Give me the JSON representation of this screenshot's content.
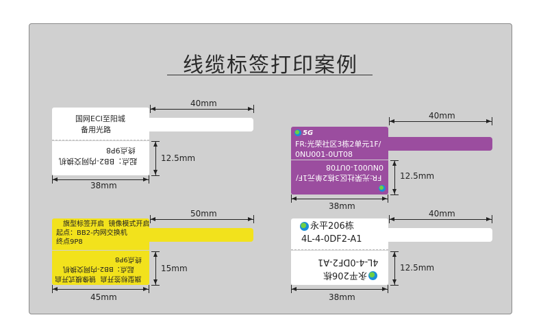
{
  "title": "线缆标签打印案例",
  "colors": {
    "purple": "#9b4d9f",
    "yellow": "#f2e21c",
    "white": "#ffffff",
    "panel": "#d0d0d0"
  },
  "label1": {
    "lines": [
      "国网ECI至阳城",
      "备用光路"
    ],
    "flip_lines": [
      "终点9P8",
      "起点：BB2-内网交换机"
    ],
    "dim_tail": "40mm",
    "dim_height": "12.5mm",
    "dim_width": "38mm"
  },
  "label2": {
    "brand": "5G",
    "lines": [
      "FR:光荣社区3栋2单元1F/",
      "0NU001-0UT08"
    ],
    "flip_lines": [
      "0NU001-0UT08",
      "FR:光荣社区3栋2单元1F/"
    ],
    "dim_tail": "40mm",
    "dim_height": "12.5mm",
    "dim_width": "38mm"
  },
  "label3": {
    "lines": [
      "旗型标签开启  镜像模式开启",
      "起点：BB2-内网交换机",
      "终点9P8"
    ],
    "flip_lines": [
      "终点9P8",
      "起点：BB2-内网交换机",
      "旗型标签开启  镜像模式开启"
    ],
    "dim_tail": "50mm",
    "dim_height": "15mm",
    "dim_width": "45mm"
  },
  "label4": {
    "lines": [
      "永平206栋",
      "4L-4-0DF2-A1"
    ],
    "flip_lines": [
      "4L-4-0DF2-A1",
      "永平206栋"
    ],
    "dim_tail": "40mm",
    "dim_height": "12.5mm",
    "dim_width": "38mm"
  }
}
